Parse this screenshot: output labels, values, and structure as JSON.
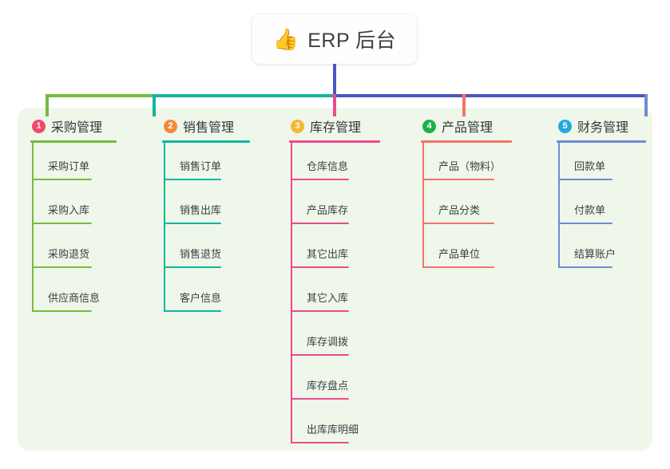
{
  "root": {
    "icon": "thumbs-up-emoji",
    "icon_glyph": "👍",
    "title": "ERP 后台"
  },
  "palette": {
    "panel_background": "#eef7e9",
    "page_background": "#ffffff",
    "root_card_background": "#fefefe",
    "text": "#3a3f44",
    "trunk": "#4a56c0",
    "bar_segment_1": "#76bb3f",
    "bar_segment_2": "#11b5a0",
    "bar_segment_3": "#4a56c0"
  },
  "columns": [
    {
      "number": "1",
      "title": "采购管理",
      "badge_color": "#f2496a",
      "accent_color": "#76bb3f",
      "drop_color": "#76bb3f",
      "leaves": [
        "采购订单",
        "采购入库",
        "采购退货",
        "供应商信息"
      ]
    },
    {
      "number": "2",
      "title": "销售管理",
      "badge_color": "#f4893a",
      "accent_color": "#11b5a0",
      "drop_color": "#11b5a0",
      "leaves": [
        "销售订单",
        "销售出库",
        "销售退货",
        "客户信息"
      ]
    },
    {
      "number": "3",
      "title": "库存管理",
      "badge_color": "#f5b82e",
      "accent_color": "#ed4a8e",
      "drop_color": "#ed4a8e",
      "leaves": [
        "仓库信息",
        "产品库存",
        "其它出库",
        "其它入库",
        "库存调拨",
        "库存盘点",
        "出库库明细"
      ]
    },
    {
      "number": "4",
      "title": "产品管理",
      "badge_color": "#1cb04a",
      "accent_color": "#f4726e",
      "drop_color": "#f4726e",
      "leaves": [
        "产品（物料）",
        "产品分类",
        "产品单位"
      ]
    },
    {
      "number": "5",
      "title": "财务管理",
      "badge_color": "#22a9e0",
      "accent_color": "#6f8ad6",
      "drop_color": "#6f8ad6",
      "leaves": [
        "回款单",
        "付款单",
        "结算账户"
      ]
    }
  ]
}
